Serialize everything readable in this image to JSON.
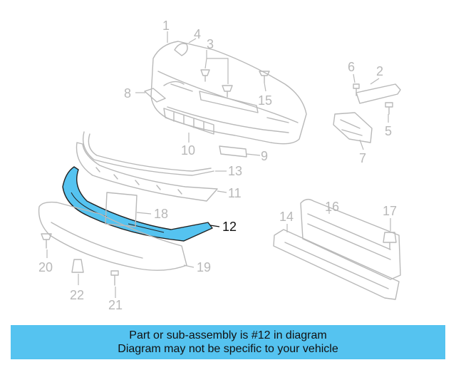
{
  "diagram": {
    "highlighted_part": "12",
    "callouts": [
      "1",
      "2",
      "3",
      "4",
      "5",
      "6",
      "7",
      "8",
      "9",
      "10",
      "11",
      "12",
      "13",
      "14",
      "15",
      "16",
      "17",
      "18",
      "19",
      "20",
      "21",
      "22"
    ],
    "colors": {
      "highlight_fill": "#55c3f0",
      "line": "#b9b9b9",
      "label_gray": "#b8b8b8"
    }
  },
  "banner": {
    "line1": "Part or sub-assembly is #12 in diagram",
    "line2": "Diagram may not be specific to your vehicle"
  }
}
